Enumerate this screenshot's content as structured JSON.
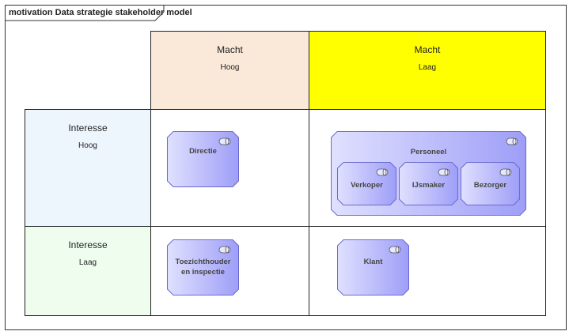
{
  "diagram": {
    "title": "motivation Data strategie stakeholder model",
    "columns": [
      {
        "title": "Macht",
        "level": "Hoog",
        "color": "#fae9d9"
      },
      {
        "title": "Macht",
        "level": "Laag",
        "color": "#ffff00"
      }
    ],
    "rows": [
      {
        "title": "Interesse",
        "level": "Hoog",
        "color": "#eef6fd"
      },
      {
        "title": "Interesse",
        "level": "Laag",
        "color": "#eefdee"
      }
    ],
    "stakeholders": {
      "directie": "Directie",
      "personeel": "Personeel",
      "verkoper": "Verkoper",
      "ijsmaker": "IJsmaker",
      "bezorger": "Bezorger",
      "toezichthouder": "Toezichthouder en inspectie",
      "klant": "Klant"
    },
    "colors": {
      "stakeholder_fill_light": "#e0e0ff",
      "stakeholder_fill_dark": "#9e9ef8",
      "stakeholder_border": "#6a6ad0"
    }
  }
}
